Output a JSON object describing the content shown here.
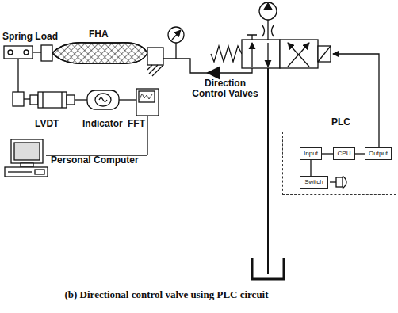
{
  "diagram": {
    "caption": "(b) Directional control valve using PLC circuit",
    "nodes": [
      {
        "text": [
          "PLC"
        ]
      },
      {
        "text": [
          "Input"
        ],
        "in": 0
      },
      {
        "text": [
          "CPU"
        ],
        "in": 0
      },
      {
        "text": [
          "Output"
        ],
        "in": 0
      },
      {
        "text": [
          "Switch"
        ],
        "in": 0
      }
    ],
    "edges": [
      {
        "from": 1,
        "to": 2,
        "arrow": "none"
      },
      {
        "from": 2,
        "to": 3,
        "arrow": "none"
      },
      {
        "from": 4,
        "to": 1,
        "arrow": "none"
      }
    ],
    "labels": [
      "Spring Load",
      "FHA",
      "Direction Control Valves",
      "LVDT",
      "Indicator",
      "FFT",
      "Personal Computer"
    ]
  }
}
